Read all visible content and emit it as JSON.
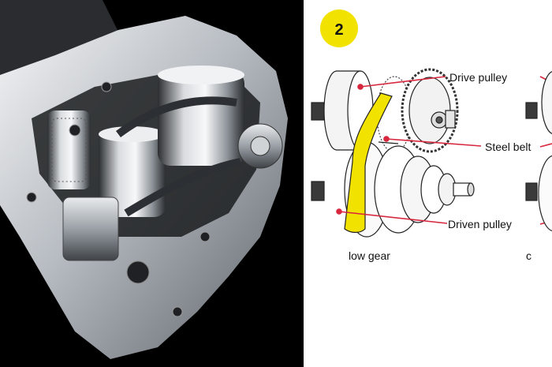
{
  "badge": {
    "number": "2",
    "color": "#f2e200"
  },
  "labels": {
    "drive_pulley": "Drive pulley",
    "steel_belt": "Steel belt",
    "driven_pulley": "Driven pulley",
    "low_gear": "low gear",
    "right_partial": "c"
  },
  "colors": {
    "belt": "#f2e200",
    "leader_line": "#d7263d",
    "photo_background": "#000000",
    "metal": "#c9cdd2"
  },
  "photo": {
    "subject": "cutaway-transmission-photo"
  }
}
